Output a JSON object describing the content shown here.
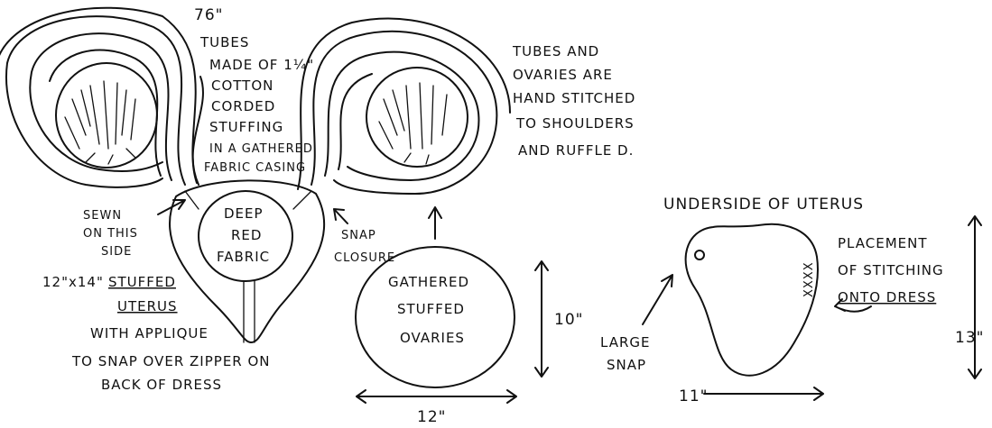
{
  "tubes": {
    "length": "76\"",
    "lines": [
      "TUBES",
      "MADE OF 1¼\"",
      "COTTON",
      "CORDED",
      "STUFFING",
      "IN A GATHERED",
      "FABRIC CASING"
    ]
  },
  "stitch_note": [
    "TUBES AND",
    "OVARIES ARE",
    "HAND STITCHED",
    "TO SHOULDERS",
    "AND RUFFLE D."
  ],
  "sewn_side": [
    "SEWN",
    "ON THIS",
    "SIDE"
  ],
  "deep_red": [
    "DEEP",
    "RED",
    "FABRIC"
  ],
  "snap_closure": [
    "SNAP",
    "CLOSURE"
  ],
  "uterus_note": {
    "size": "12\"x14\"",
    "stuffed": "STUFFED",
    "uterus": "UTERUS",
    "rest": [
      "WITH APPLIQUE",
      "TO SNAP OVER ZIPPER ON",
      "BACK OF DRESS"
    ]
  },
  "ovaries": {
    "label": [
      "GATHERED",
      "STUFFED",
      "OVARIES"
    ],
    "height": "10\"",
    "width": "12\""
  },
  "underside": {
    "title": "UNDERSIDE OF UTERUS",
    "placement": [
      "PLACEMENT",
      "OF STITCHING",
      "ONTO DRESS"
    ],
    "stitch_marks": "XXXX",
    "large_snap": [
      "LARGE",
      "SNAP"
    ],
    "height": "13\"",
    "width": "11\""
  }
}
